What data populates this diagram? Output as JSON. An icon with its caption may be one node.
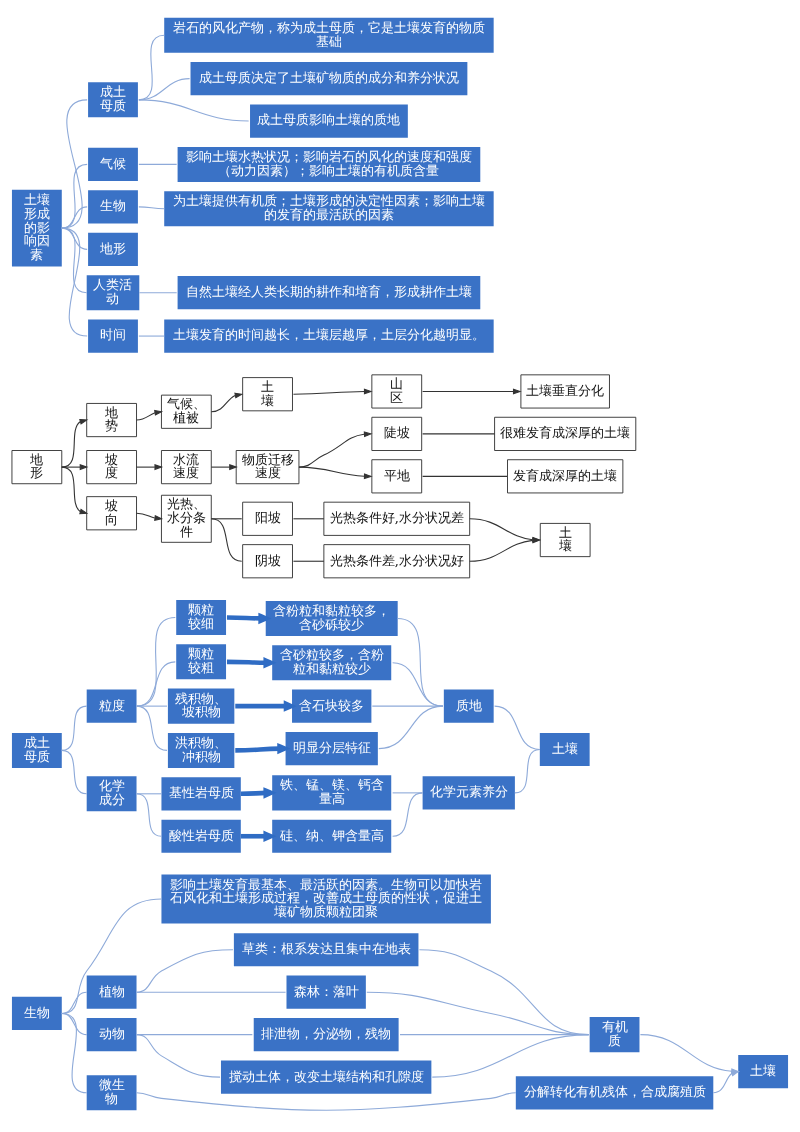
{
  "diagram": {
    "nodes": [
      {
        "text": [
          "土壤形成的影响因素"
        ]
      },
      {
        "text": [
          "成土母质"
        ]
      },
      {
        "text": [
          "岩石的风化产物，称为成土母质，它是土壤发育的物质基础"
        ]
      },
      {
        "text": [
          "成土母质决定了土壤矿物质的成分和养分状况"
        ]
      },
      {
        "text": [
          "成土母质影响土壤的质地"
        ]
      },
      {
        "text": [
          "气候"
        ]
      },
      {
        "text": [
          "影响土壤水热状况；影响岩石的风化的速度和强度（动力因素）；影响土壤的有机质含量"
        ]
      },
      {
        "text": [
          "生物"
        ]
      },
      {
        "text": [
          "为土壤提供有机质；土壤形成的决定性因素；影响土壤的发育的最活跃的因素"
        ]
      },
      {
        "text": [
          "地形"
        ]
      },
      {
        "text": [
          "地形"
        ]
      },
      {
        "text": [
          "地势"
        ]
      },
      {
        "text": [
          "气候、植被"
        ]
      },
      {
        "text": [
          "土壤"
        ]
      },
      {
        "text": [
          "山区"
        ]
      },
      {
        "text": [
          "土壤垂直分化"
        ]
      },
      {
        "text": [
          "坡度"
        ]
      },
      {
        "text": [
          "水流速度"
        ]
      },
      {
        "text": [
          "物质迁移速度"
        ]
      },
      {
        "text": [
          "陡坡"
        ]
      },
      {
        "text": [
          "很难发育成深厚的土壤"
        ]
      },
      {
        "text": [
          "平地"
        ]
      },
      {
        "text": [
          "发育成深厚的土壤"
        ]
      },
      {
        "text": [
          "坡向"
        ]
      },
      {
        "text": [
          "光热、水分条件"
        ]
      },
      {
        "text": [
          "阳坡"
        ]
      },
      {
        "text": [
          "光热条件好,水分状况差"
        ]
      },
      {
        "text": [
          "阴坡"
        ]
      },
      {
        "text": [
          "光热条件差,水分状况好"
        ]
      },
      {
        "text": [
          "土壤"
        ]
      },
      {
        "text": [
          "人类活动"
        ]
      },
      {
        "text": [
          "自然土壤经人类长期的耕作和培育，形成耕作土壤"
        ]
      },
      {
        "text": [
          "时间"
        ]
      },
      {
        "text": [
          "土壤发育的时间越长，土壤层越厚，土层分化越明显。"
        ]
      },
      {
        "text": [
          "成土母质"
        ]
      },
      {
        "text": [
          "粒度"
        ]
      },
      {
        "text": [
          "颗粒较细"
        ]
      },
      {
        "text": [
          "含粉粒和黏粒较多，含砂砾较少"
        ]
      },
      {
        "text": [
          "颗粒较粗"
        ]
      },
      {
        "text": [
          "含砂粒较多，含粉粒和黏粒较少"
        ]
      },
      {
        "text": [
          "残积物、坡积物"
        ]
      },
      {
        "text": [
          "含石块较多"
        ]
      },
      {
        "text": [
          "洪积物、冲积物"
        ]
      },
      {
        "text": [
          "明显分层特征"
        ]
      },
      {
        "text": [
          "质地"
        ]
      },
      {
        "text": [
          "化学成分"
        ]
      },
      {
        "text": [
          "基性岩母质"
        ]
      },
      {
        "text": [
          "铁、锰、镁、钙含量高"
        ]
      },
      {
        "text": [
          "酸性岩母质"
        ]
      },
      {
        "text": [
          "硅、纳、钾含量高"
        ]
      },
      {
        "text": [
          "化学元素养分"
        ]
      },
      {
        "text": [
          "土壤"
        ]
      },
      {
        "text": [
          "生物"
        ]
      },
      {
        "text": [
          "影响土壤发育最基本、最活跃的因素。生物可以加快岩石风化和土壤形成过程，改善成土母质的性状，促进土壤矿物质颗粒团聚"
        ]
      },
      {
        "text": [
          "植物"
        ]
      },
      {
        "text": [
          "草类：根系发达且集中在地表"
        ]
      },
      {
        "text": [
          "森林：落叶"
        ]
      },
      {
        "text": [
          "动物"
        ]
      },
      {
        "text": [
          "排泄物，分泌物，残物"
        ]
      },
      {
        "text": [
          "搅动土体，改变土壤结构和孔隙度"
        ]
      },
      {
        "text": [
          "有机质"
        ]
      },
      {
        "text": [
          "微生物"
        ]
      },
      {
        "text": [
          "分解转化有机残体，合成腐殖质"
        ]
      },
      {
        "text": [
          "土壤"
        ]
      }
    ],
    "edges": [
      {
        "from": 0,
        "to": 1,
        "arrow": "none"
      },
      {
        "from": 0,
        "to": 5,
        "arrow": "none"
      },
      {
        "from": 0,
        "to": 7,
        "arrow": "none"
      },
      {
        "from": 0,
        "to": 9,
        "arrow": "none"
      },
      {
        "from": 0,
        "to": 30,
        "arrow": "none"
      },
      {
        "from": 0,
        "to": 32,
        "arrow": "none"
      },
      {
        "from": 1,
        "to": 2,
        "arrow": "none"
      },
      {
        "from": 1,
        "to": 3,
        "arrow": "none"
      },
      {
        "from": 1,
        "to": 4,
        "arrow": "none"
      },
      {
        "from": 5,
        "to": 6,
        "arrow": "none"
      },
      {
        "from": 7,
        "to": 8,
        "arrow": "none"
      },
      {
        "from": 10,
        "to": 11,
        "arrow": "to",
        "color": "#333333"
      },
      {
        "from": 10,
        "to": 16,
        "arrow": "to",
        "color": "#333333"
      },
      {
        "from": 10,
        "to": 23,
        "arrow": "to",
        "color": "#333333"
      },
      {
        "from": 11,
        "to": 12,
        "arrow": "to",
        "color": "#333333"
      },
      {
        "from": 12,
        "to": 13,
        "arrow": "to",
        "color": "#333333"
      },
      {
        "from": 13,
        "to": 14,
        "arrow": "to",
        "color": "#333333"
      },
      {
        "from": 14,
        "to": 15,
        "arrow": "to",
        "color": "#333333"
      },
      {
        "from": 16,
        "to": 17,
        "arrow": "to",
        "color": "#333333"
      },
      {
        "from": 17,
        "to": 18,
        "arrow": "to",
        "color": "#333333"
      },
      {
        "from": 18,
        "to": 19,
        "arrow": "to",
        "color": "#333333"
      },
      {
        "from": 18,
        "to": 21,
        "arrow": "to",
        "color": "#333333"
      },
      {
        "from": 19,
        "to": 20,
        "arrow": "none",
        "color": "#333333"
      },
      {
        "from": 21,
        "to": 22,
        "arrow": "none",
        "color": "#333333"
      },
      {
        "from": 23,
        "to": 24,
        "arrow": "to",
        "color": "#333333"
      },
      {
        "from": 24,
        "to": 25,
        "arrow": "none",
        "color": "#333333"
      },
      {
        "from": 24,
        "to": 27,
        "arrow": "none",
        "color": "#333333"
      },
      {
        "from": 25,
        "to": 26,
        "arrow": "none",
        "color": "#333333"
      },
      {
        "from": 27,
        "to": 28,
        "arrow": "none",
        "color": "#333333"
      },
      {
        "from": 26,
        "to": 29,
        "arrow": "to",
        "color": "#333333"
      },
      {
        "from": 28,
        "to": 29,
        "arrow": "to",
        "color": "#333333"
      },
      {
        "from": 30,
        "to": 31,
        "arrow": "none"
      },
      {
        "from": 32,
        "to": 33,
        "arrow": "none"
      },
      {
        "from": 34,
        "to": 35,
        "arrow": "none"
      },
      {
        "from": 34,
        "to": 45,
        "arrow": "none"
      },
      {
        "from": 35,
        "to": 36,
        "arrow": "none"
      },
      {
        "from": 35,
        "to": 38,
        "arrow": "none"
      },
      {
        "from": 35,
        "to": 40,
        "arrow": "none"
      },
      {
        "from": 35,
        "to": 42,
        "arrow": "none"
      },
      {
        "from": 36,
        "to": 37,
        "arrow": "to",
        "style": "thick",
        "color": "#2f6cc4"
      },
      {
        "from": 38,
        "to": 39,
        "arrow": "to",
        "style": "thick",
        "color": "#2f6cc4"
      },
      {
        "from": 40,
        "to": 41,
        "arrow": "to",
        "style": "thick",
        "color": "#2f6cc4"
      },
      {
        "from": 42,
        "to": 43,
        "arrow": "to",
        "style": "thick",
        "color": "#2f6cc4"
      },
      {
        "from": 37,
        "to": 44,
        "arrow": "none"
      },
      {
        "from": 39,
        "to": 44,
        "arrow": "none"
      },
      {
        "from": 41,
        "to": 44,
        "arrow": "none"
      },
      {
        "from": 43,
        "to": 44,
        "arrow": "none"
      },
      {
        "from": 45,
        "to": 46,
        "arrow": "none"
      },
      {
        "from": 45,
        "to": 48,
        "arrow": "none"
      },
      {
        "from": 46,
        "to": 47,
        "arrow": "to",
        "style": "thick",
        "color": "#2f6cc4"
      },
      {
        "from": 48,
        "to": 49,
        "arrow": "to",
        "style": "thick",
        "color": "#2f6cc4"
      },
      {
        "from": 47,
        "to": 50,
        "arrow": "none"
      },
      {
        "from": 49,
        "to": 50,
        "arrow": "none"
      },
      {
        "from": 44,
        "to": 51,
        "arrow": "none"
      },
      {
        "from": 50,
        "to": 51,
        "arrow": "none"
      },
      {
        "from": 52,
        "to": 53,
        "arrow": "none"
      },
      {
        "from": 52,
        "to": 54,
        "arrow": "none"
      },
      {
        "from": 52,
        "to": 57,
        "arrow": "none"
      },
      {
        "from": 52,
        "to": 61,
        "arrow": "none"
      },
      {
        "from": 54,
        "to": 55,
        "arrow": "none"
      },
      {
        "from": 54,
        "to": 56,
        "arrow": "none"
      },
      {
        "from": 57,
        "to": 58,
        "arrow": "none"
      },
      {
        "from": 57,
        "to": 59,
        "arrow": "none"
      },
      {
        "from": 61,
        "to": 62,
        "arrow": "none"
      },
      {
        "from": 55,
        "to": 60,
        "arrow": "none"
      },
      {
        "from": 56,
        "to": 60,
        "arrow": "none"
      },
      {
        "from": 58,
        "to": 60,
        "arrow": "none"
      },
      {
        "from": 59,
        "to": 60,
        "arrow": "none"
      },
      {
        "from": 60,
        "to": 63,
        "arrow": "to"
      },
      {
        "from": 62,
        "to": 63,
        "arrow": "to"
      }
    ]
  }
}
